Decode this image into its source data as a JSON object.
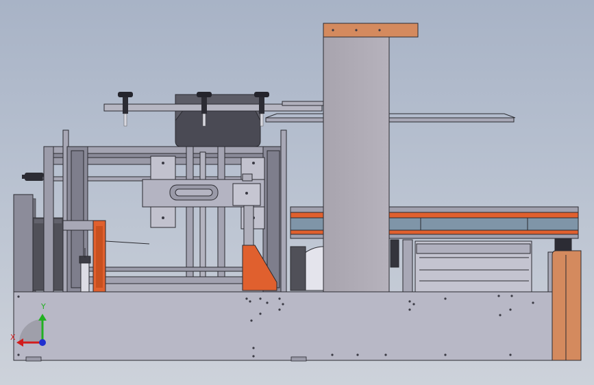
{
  "scene": {
    "description_kind": "cad-viewport",
    "background_top": "#a8b3c6",
    "background_bottom": "#cdd2da"
  },
  "colors": {
    "steel_light": "#b4b4c0",
    "steel_mid": "#9a9aa8",
    "steel_dark": "#585862",
    "outline": "#2a2a30",
    "orange": "#e0602e",
    "copper": "#d48a5e",
    "belt_blue": "#7f95a8"
  },
  "triad": {
    "x_label": "X",
    "y_label": "Y",
    "x_color": "#d21c1c",
    "y_color": "#22b022",
    "z_color": "#2030d0"
  }
}
